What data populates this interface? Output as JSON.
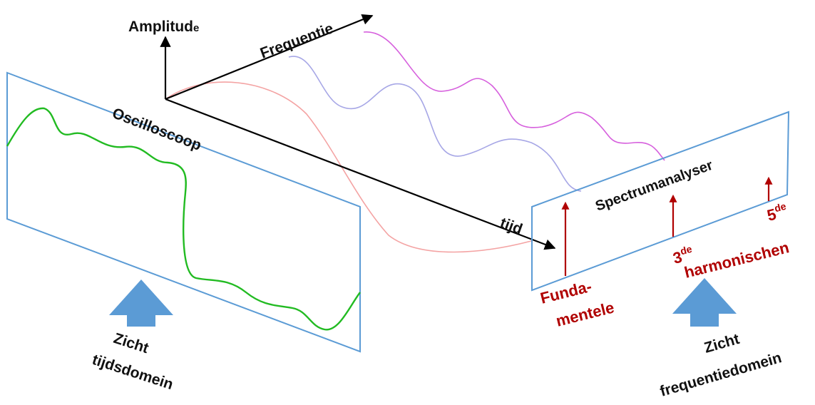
{
  "labels": {
    "amplitude": "Amplitud",
    "amplitude_suffix": "e",
    "frequency": "Frequentie",
    "time": "tijd",
    "oscilloscope": "Oscilloscoop",
    "spectrum_analyser": "Spectrumanalyser",
    "fundamental_line1": "Funda-",
    "fundamental_line2": "mentele",
    "third": "3",
    "third_sup": "de",
    "fifth": "5",
    "fifth_sup": "de",
    "harmonics": "harmonischen",
    "view_time_line1": "Zicht",
    "view_time_line2": "tijdsdomein",
    "view_freq_line1": "Zicht",
    "view_freq_line2": "frequentiedomein"
  },
  "colors": {
    "panel_border": "#5b9bd5",
    "view_arrow": "#5b9bd5",
    "time_signal": "#22bb22",
    "fundamental_wave": "#f4a3a3",
    "third_harmonic_wave": "#a7a7e6",
    "fifth_harmonic_wave": "#d65fdd",
    "spectral_lines": "#b00000",
    "axes": "#000000"
  },
  "icons": {
    "view_time_arrow": "up-arrow-icon",
    "view_freq_arrow": "up-arrow-icon"
  }
}
